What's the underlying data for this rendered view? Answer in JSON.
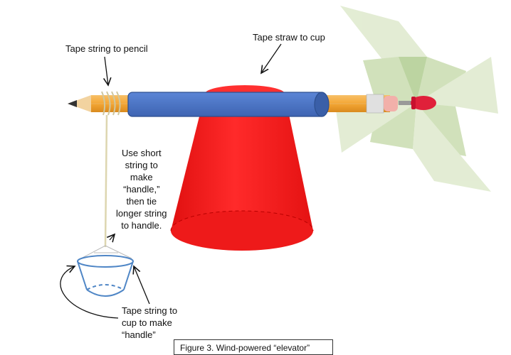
{
  "labels": {
    "tape_string_to_pencil": "Tape string to pencil",
    "tape_straw_to_cup": "Tape straw to cup",
    "handle_instructions": [
      "Use short",
      "string to",
      "make",
      "“handle,”",
      "then tie",
      "longer string",
      "to handle."
    ],
    "tape_string_to_cup": [
      "Tape string to",
      "cup to make",
      "“handle”"
    ]
  },
  "caption": "Figure 3. Wind-powered “elevator”",
  "colors": {
    "cup": "#ee1111",
    "straw": "#4a72c4",
    "pencil": "#f4a83a",
    "pinwheel": "#c9dcb0",
    "small_cup": "#4f86c6",
    "pushpin": "#e0203a"
  }
}
